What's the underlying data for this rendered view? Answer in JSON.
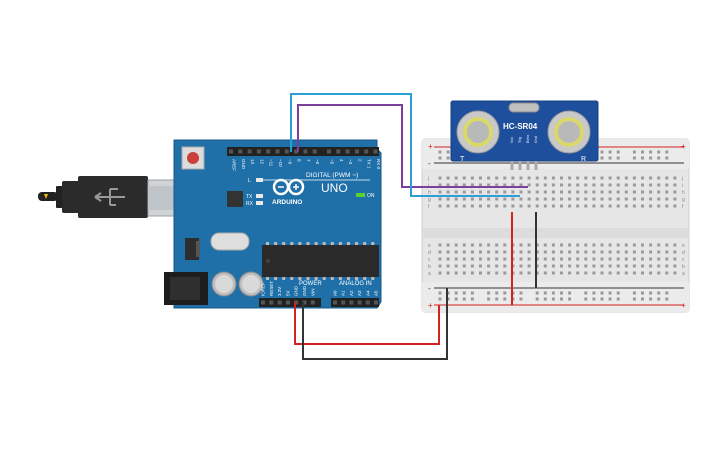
{
  "arduino": {
    "brand": "ARDUINO",
    "model": "UNO",
    "digital_label": "DIGITAL (PWM ~)",
    "power_label": "POWER",
    "analog_label": "ANALOG IN",
    "tx_label": "TX",
    "rx_label": "RX",
    "l_label": "L",
    "on_label": "ON",
    "digital_pins": [
      "AREF",
      "GND",
      "13",
      "12",
      "~11",
      "~10",
      "~9",
      "8",
      "7",
      "~6",
      "~5",
      "4",
      "~3",
      "2",
      "TX 1",
      "RX 0"
    ],
    "power_pins": [
      "IOREF",
      "RESET",
      "3.3V",
      "5V",
      "GND",
      "GND",
      "VIN"
    ],
    "analog_pins": [
      "A0",
      "A1",
      "A2",
      "A3",
      "A4",
      "A5"
    ]
  },
  "sensor": {
    "model": "HC-SR04",
    "left_label": "T",
    "right_label": "R",
    "pins": [
      "Vcc",
      "Trig",
      "Echo",
      "Gnd"
    ]
  },
  "breadboard": {
    "row_letters_top": [
      "j",
      "i",
      "h",
      "g",
      "f"
    ],
    "row_letters_bottom": [
      "e",
      "d",
      "c",
      "b",
      "a"
    ],
    "plus_label": "+",
    "minus_label": "-"
  },
  "colors": {
    "board": "#1f6fa8",
    "board_dark": "#175a8a",
    "sensor": "#1e4f9c",
    "breadboard": "#e8e8e8",
    "wire_purple": "#7b3fa0",
    "wire_cyan": "#2a9fd6",
    "wire_red": "#d22222",
    "wire_black": "#333333"
  },
  "icons": {
    "usb": "usb-plug-icon",
    "logo": "arduino-infinity-logo-icon"
  }
}
